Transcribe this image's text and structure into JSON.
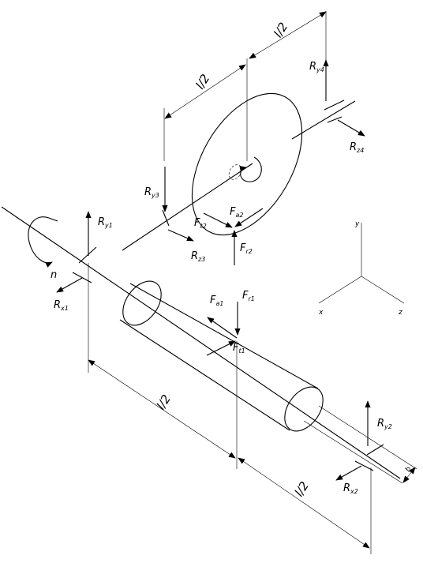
{
  "labels": {
    "ry1": {
      "main": "R",
      "sub": "y1"
    },
    "rx1": {
      "main": "R",
      "sub": "x1"
    },
    "ry2": {
      "main": "R",
      "sub": "y2"
    },
    "rx2": {
      "main": "R",
      "sub": "x2"
    },
    "ry3": {
      "main": "R",
      "sub": "y3"
    },
    "rz3": {
      "main": "R",
      "sub": "z3"
    },
    "ry4": {
      "main": "R",
      "sub": "y4"
    },
    "rz4": {
      "main": "R",
      "sub": "z4"
    },
    "fa1": {
      "main": "F",
      "sub": "a1"
    },
    "fr1": {
      "main": "F",
      "sub": "r1"
    },
    "ft1": {
      "main": "F",
      "sub": "t1"
    },
    "fa2": {
      "main": "F",
      "sub": "a2"
    },
    "ft2": {
      "main": "F",
      "sub": "t2"
    },
    "fr2": {
      "main": "F",
      "sub": "r2"
    },
    "n": "n",
    "dim_upper_right": "l/2",
    "dim_upper_left": "l/2",
    "dim_lower_left": "l/2",
    "dim_lower_right": "l/2",
    "dim_small": "b"
  },
  "axes": {
    "x": "x",
    "y": "y",
    "z": "z"
  }
}
